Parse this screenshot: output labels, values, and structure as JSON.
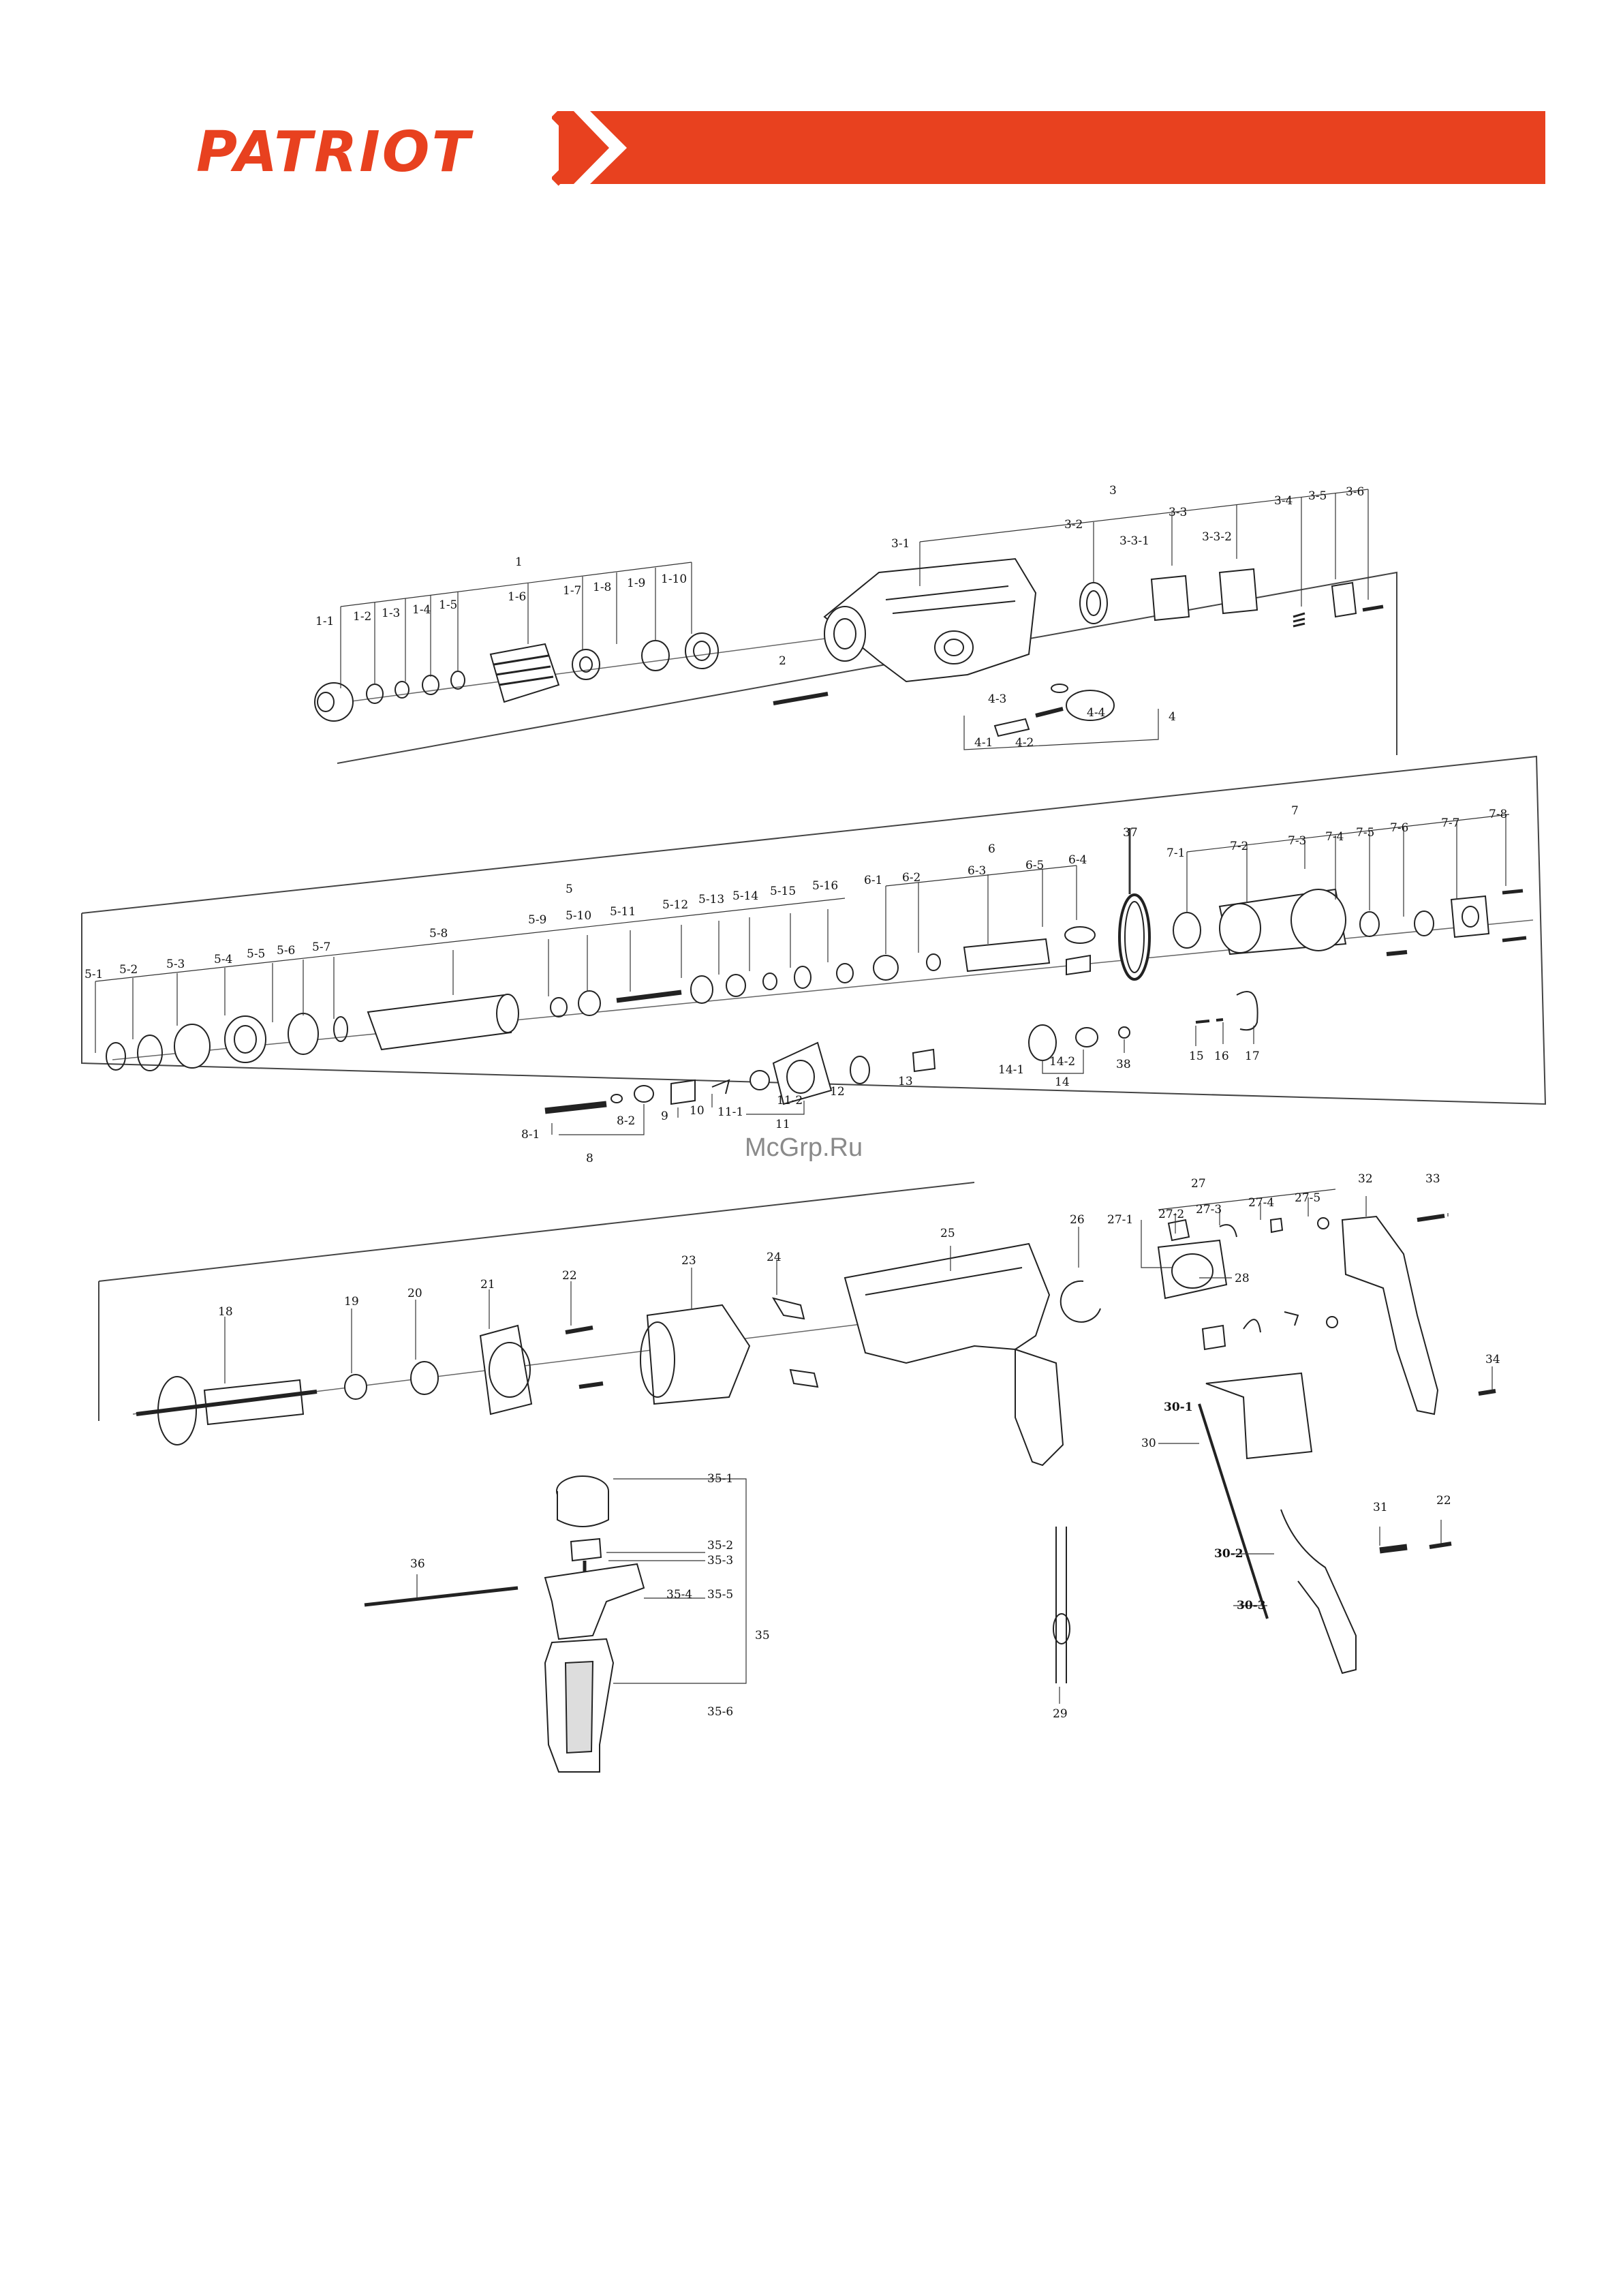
{
  "brand": {
    "name": "PATRIOT",
    "accent": "#e8411f"
  },
  "watermark": "McGrp.Ru",
  "sections": [
    {
      "id": "head",
      "parts": [
        "1",
        "1-1",
        "1-2",
        "1-3",
        "1-4",
        "1-5",
        "1-6",
        "1-7",
        "1-8",
        "1-9",
        "1-10",
        "2",
        "3",
        "3-1",
        "3-2",
        "3-3",
        "3-3-1",
        "3-3-2",
        "3-4",
        "3-5",
        "3-6",
        "4",
        "4-1",
        "4-2",
        "4-3",
        "4-4"
      ]
    },
    {
      "id": "mechanism",
      "parts": [
        "5",
        "5-1",
        "5-2",
        "5-3",
        "5-4",
        "5-5",
        "5-6",
        "5-7",
        "5-8",
        "5-9",
        "5-10",
        "5-11",
        "5-12",
        "5-13",
        "5-14",
        "5-15",
        "5-16",
        "6",
        "6-1",
        "6-2",
        "6-3",
        "6-4",
        "6-5",
        "7",
        "7-1",
        "7-2",
        "7-3",
        "7-4",
        "7-5",
        "7-6",
        "7-7",
        "7-8",
        "8",
        "8-1",
        "8-2",
        "9",
        "10",
        "11",
        "11-1",
        "11-2",
        "12",
        "13",
        "14",
        "14-1",
        "14-2",
        "15",
        "16",
        "17",
        "37",
        "38"
      ]
    },
    {
      "id": "motor-housing",
      "parts": [
        "18",
        "19",
        "20",
        "21",
        "22",
        "23",
        "24",
        "25",
        "26",
        "27",
        "27-1",
        "27-2",
        "27-3",
        "27-4",
        "27-5",
        "28",
        "29",
        "30",
        "30-1",
        "30-2",
        "30-3",
        "31",
        "32",
        "33",
        "34",
        "35",
        "35-1",
        "35-2",
        "35-3",
        "35-4",
        "35-5",
        "35-6",
        "36"
      ]
    }
  ],
  "labels": [
    "1",
    "1-1",
    "1-2",
    "1-3",
    "1-4",
    "1-5",
    "1-6",
    "1-7",
    "1-8",
    "1-9",
    "1-10",
    "2",
    "3",
    "3-1",
    "3-2",
    "3-3",
    "3-3-1",
    "3-3-2",
    "3-4",
    "3-5",
    "3-6",
    "4",
    "4-1",
    "4-2",
    "4-3",
    "4-4",
    "5",
    "5-1",
    "5-2",
    "5-3",
    "5-4",
    "5-5",
    "5-6",
    "5-7",
    "5-8",
    "5-9",
    "5-10",
    "5-11",
    "5-12",
    "5-13",
    "5-14",
    "5-15",
    "5-16",
    "6",
    "6-1",
    "6-2",
    "6-3",
    "6-4",
    "6-5",
    "7",
    "7-1",
    "7-2",
    "7-3",
    "7-4",
    "7-5",
    "7-6",
    "7-7",
    "7-8",
    "37",
    "8",
    "8-1",
    "8-2",
    "9",
    "10",
    "11",
    "11-1",
    "11-2",
    "12",
    "13",
    "14",
    "14-1",
    "14-2",
    "15",
    "16",
    "17",
    "38",
    "18",
    "19",
    "20",
    "21",
    "22",
    "23",
    "24",
    "25",
    "26",
    "27",
    "27-1",
    "27-2",
    "27-3",
    "27-4",
    "27-5",
    "28",
    "30-1",
    "30",
    "32",
    "33",
    "34",
    "31",
    "22",
    "30-2",
    "30-3",
    "29",
    "35",
    "35-1",
    "35-2",
    "35-3",
    "35-4",
    "35-5",
    "35-6",
    "36"
  ]
}
